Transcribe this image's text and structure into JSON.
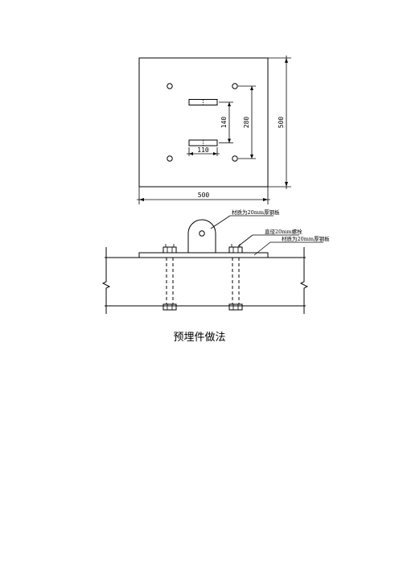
{
  "plan": {
    "dim_width": "500",
    "dim_height": "500",
    "dim_slot_spacing": "140",
    "dim_hole_spacing": "280",
    "dim_slot_length": "110"
  },
  "section": {
    "note_top_plate": "材质为20mm厚钢板",
    "note_bolt": "直径20mm螺栓",
    "note_base_plate": "材质为20mm厚钢板"
  },
  "caption": "预埋件做法"
}
